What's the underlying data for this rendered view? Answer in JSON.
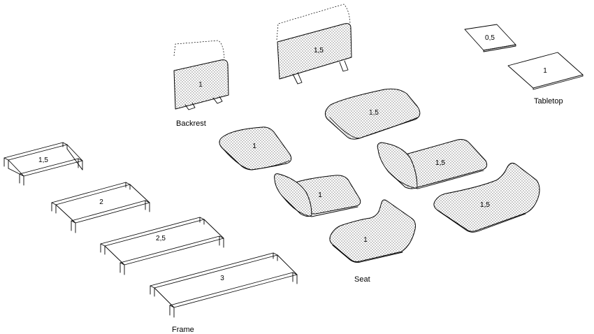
{
  "categories": {
    "backrest": "Backrest",
    "seat": "Seat",
    "tabletop": "Tabletop",
    "frame": "Frame"
  },
  "backrests": [
    {
      "size": "1"
    },
    {
      "size": "1,5"
    }
  ],
  "tabletops": [
    {
      "size": "0,5"
    },
    {
      "size": "1"
    }
  ],
  "seats": [
    {
      "size": "1,5",
      "style": "flat"
    },
    {
      "size": "1",
      "style": "flat"
    },
    {
      "size": "1,5",
      "style": "arm"
    },
    {
      "size": "1",
      "style": "arm"
    },
    {
      "size": "1,5",
      "style": "chaise"
    },
    {
      "size": "1",
      "style": "chaise"
    }
  ],
  "frames": [
    {
      "size": "1,5"
    },
    {
      "size": "2"
    },
    {
      "size": "2,5"
    },
    {
      "size": "3"
    }
  ]
}
